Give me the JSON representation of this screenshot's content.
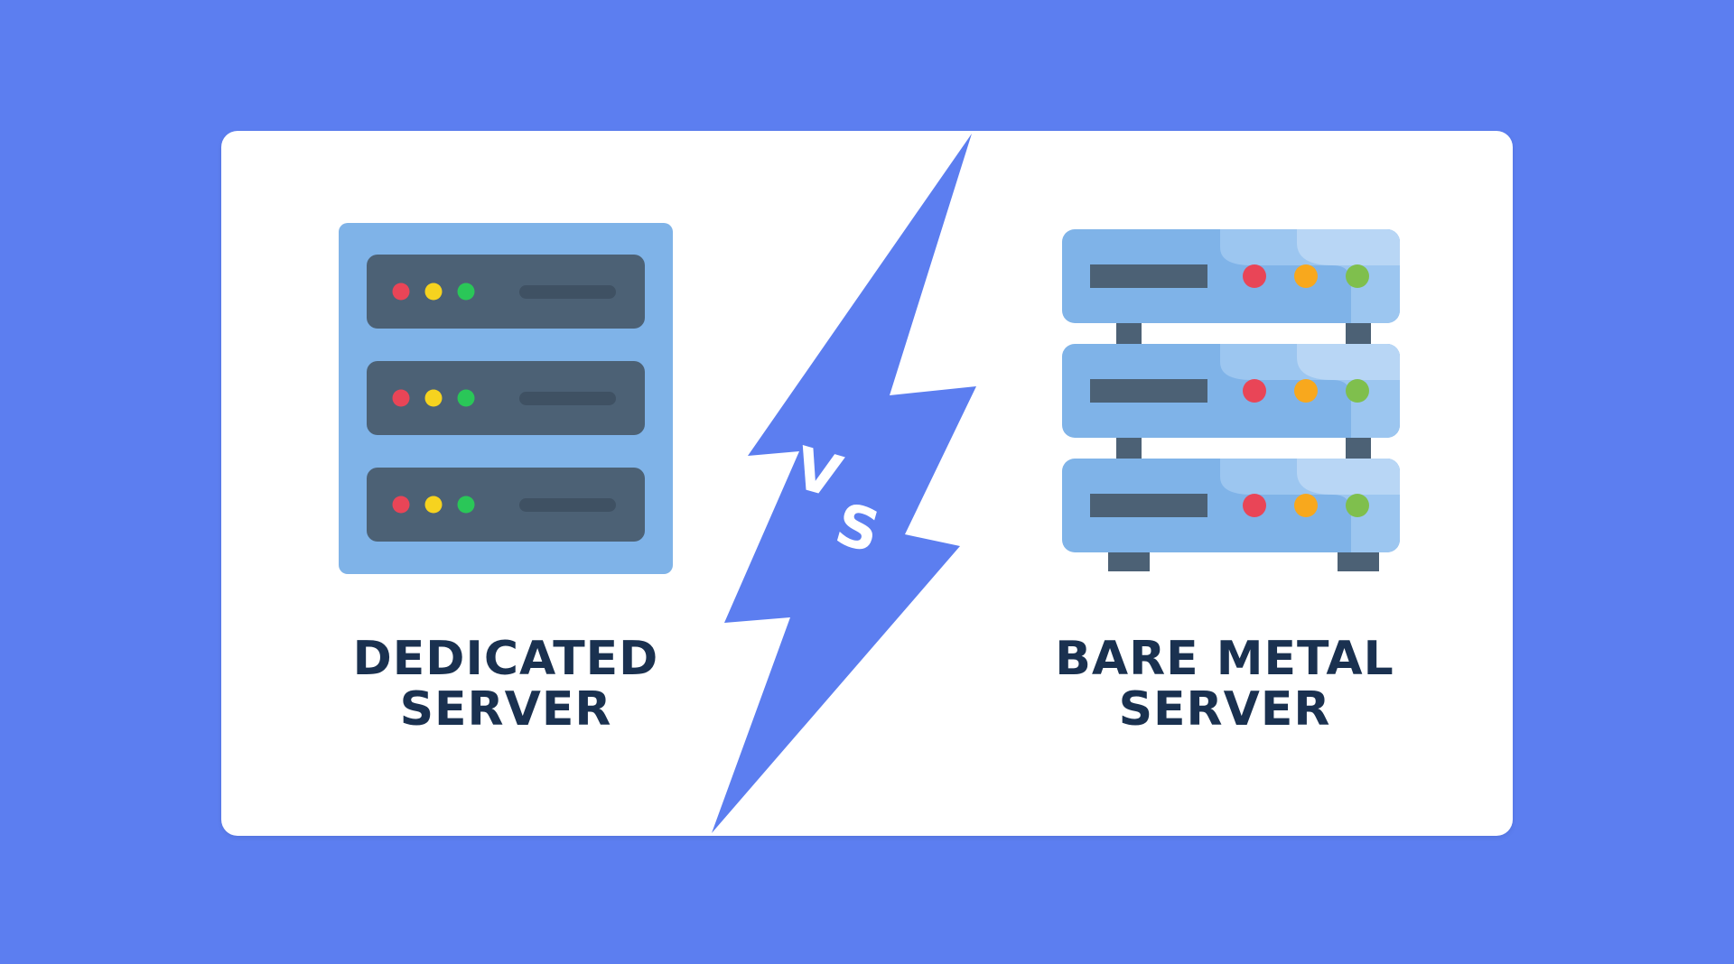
{
  "left": {
    "title_line1": "DEDICATED",
    "title_line2": "SERVER",
    "icon": "server-rack-icon"
  },
  "right": {
    "title_line1": "BARE METAL",
    "title_line2": "SERVER",
    "icon": "server-stack-icon"
  },
  "divider": {
    "text": "VS",
    "icon": "lightning-bolt-icon"
  },
  "colors": {
    "background": "#5c7ef0",
    "card": "#ffffff",
    "bolt": "#5c7ef0",
    "server_light": "#7fb3e8",
    "server_dark": "#4c6175",
    "title": "#1a3150",
    "led_red": "#e94557",
    "led_yellow": "#f6d31f",
    "led_green": "#2ac758",
    "led_orange": "#f8a81d",
    "led_lime": "#7fbf4d"
  }
}
